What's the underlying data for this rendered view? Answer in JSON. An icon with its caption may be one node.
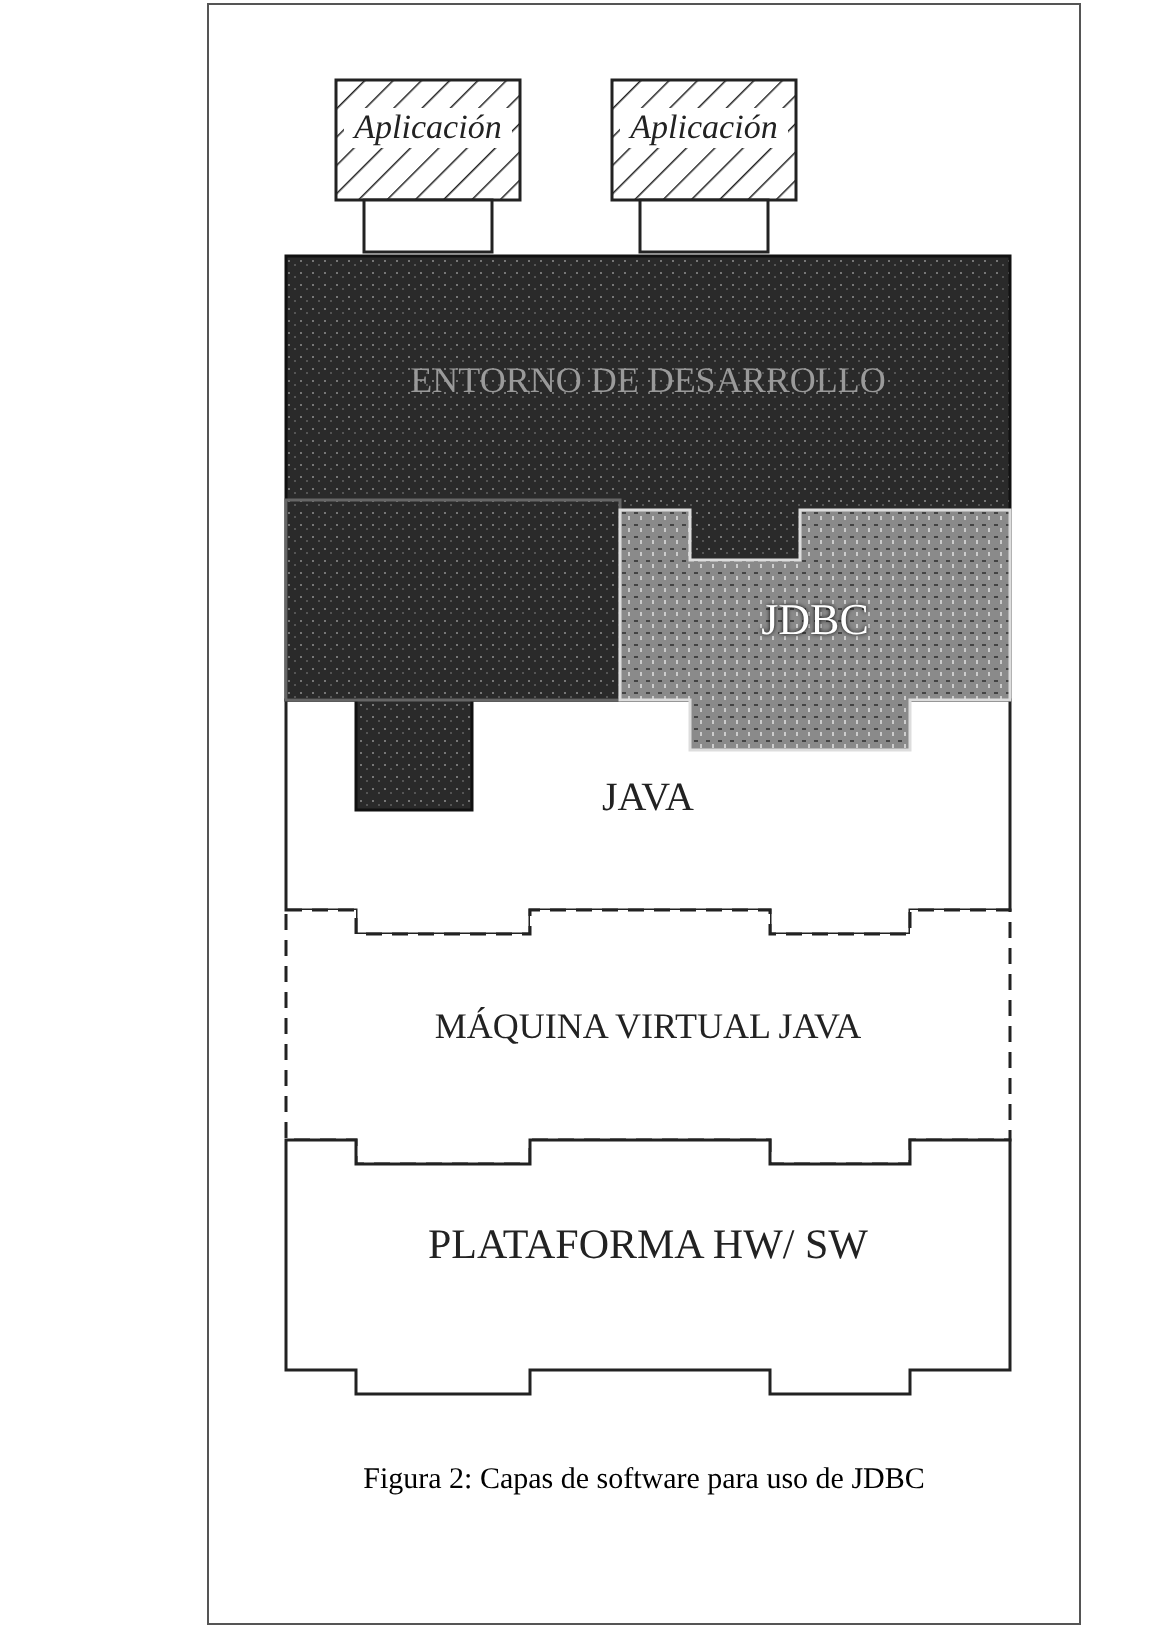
{
  "diagram": {
    "caption": "Figura 2: Capas de software para uso de JDBC",
    "nodes": [
      {
        "text": [
          "Aplicación"
        ]
      },
      {
        "text": [
          "Aplicación"
        ]
      },
      {
        "text": [
          "ENTORNO DE DESARROLLO"
        ]
      },
      {
        "text": [],
        "shape": "box",
        "in": 2
      },
      {
        "text": [
          "JDBC"
        ],
        "in": 2
      },
      {
        "text": [
          "JAVA"
        ]
      },
      {
        "text": [
          "MÁQUINA VIRTUAL  JAVA"
        ]
      },
      {
        "text": [
          "PLATAFORMA HW/ SW"
        ]
      }
    ],
    "edges": []
  }
}
